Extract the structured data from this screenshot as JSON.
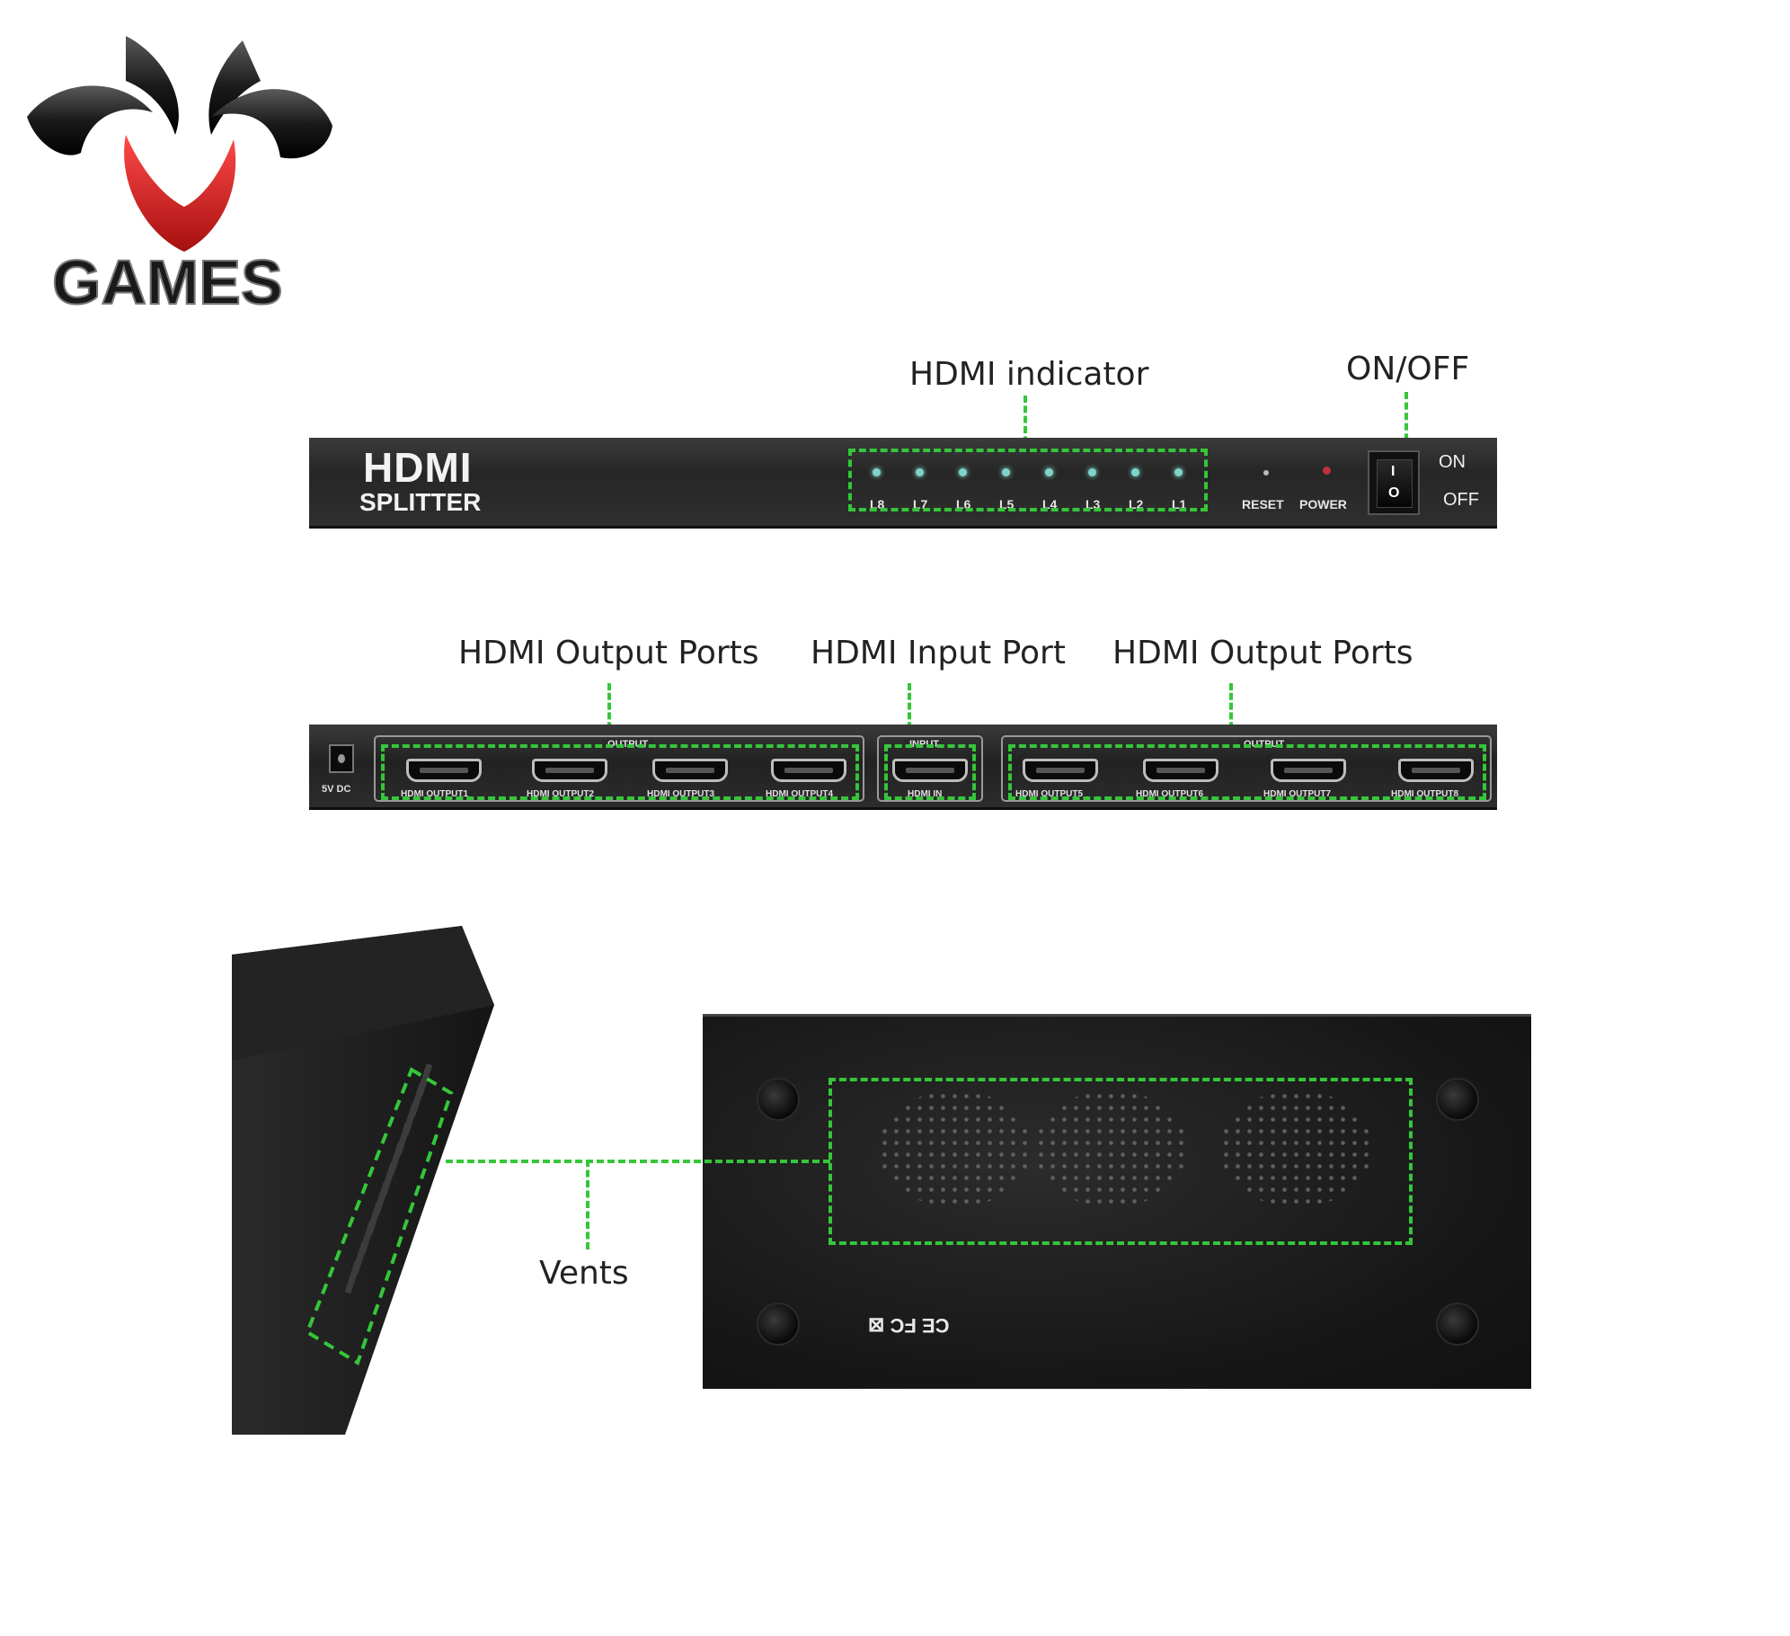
{
  "logo": {
    "wordmark": "GAMES"
  },
  "front_panel": {
    "brand_line1": "HDMI",
    "brand_line2": "SPLITTER",
    "leds": [
      "L8",
      "L7",
      "L6",
      "L5",
      "L4",
      "L3",
      "L2",
      "L1"
    ],
    "reset_label": "RESET",
    "power_label": "POWER",
    "switch_on": "ON",
    "switch_off": "OFF",
    "switch_top_glyph": "I",
    "switch_bottom_glyph": "O"
  },
  "callouts": {
    "hdmi_indicator": "HDMI indicator",
    "on_off": "ON/OFF",
    "output_left": "HDMI Output Ports",
    "input": "HDMI Input Port",
    "output_right": "HDMI Output Ports",
    "vents": "Vents"
  },
  "rear_panel": {
    "dc_label": "5V  DC",
    "group_left_label": "OUTPUT",
    "group_input_label": "INPUT",
    "group_right_label": "OUTPUT",
    "ports_left": [
      "HDMI OUTPUT1",
      "HDMI OUTPUT2",
      "HDMI OUTPUT3",
      "HDMI OUTPUT4"
    ],
    "port_input": "HDMI IN",
    "ports_right": [
      "HDMI OUTPUT5",
      "HDMI OUTPUT6",
      "HDMI OUTPUT7",
      "HDMI OUTPUT8"
    ]
  },
  "bottom_panel": {
    "cert_marks": "CE FC ⊠"
  },
  "colors": {
    "callout_line": "#35c63a",
    "device_body": "#262626",
    "logo_red": "#d42a2a"
  }
}
